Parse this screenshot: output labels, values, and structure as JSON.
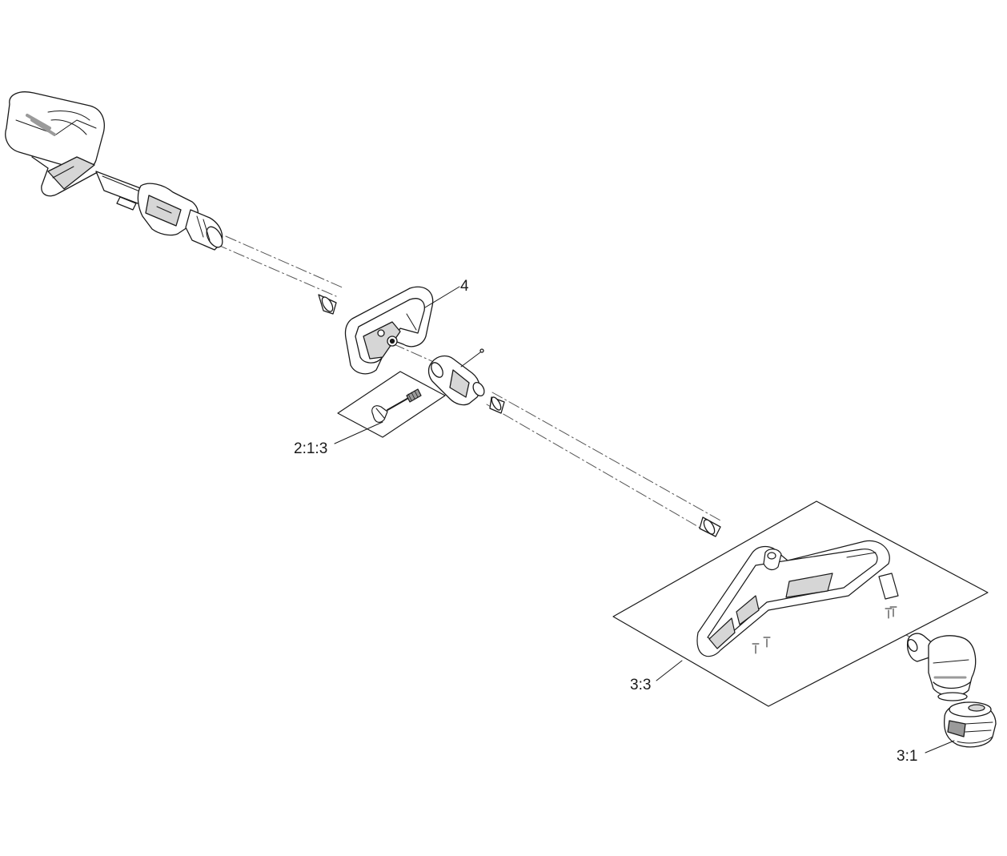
{
  "callouts": {
    "handle": "4",
    "knob_kit": "2:1:3",
    "guard_kit": "3:3",
    "spool": "3:1"
  },
  "colors": {
    "ink": "#1a1a1a",
    "light_ink": "#555555",
    "fill": "#ffffff",
    "shade": "#d6d6d6",
    "dark_shade": "#9a9a9a"
  }
}
